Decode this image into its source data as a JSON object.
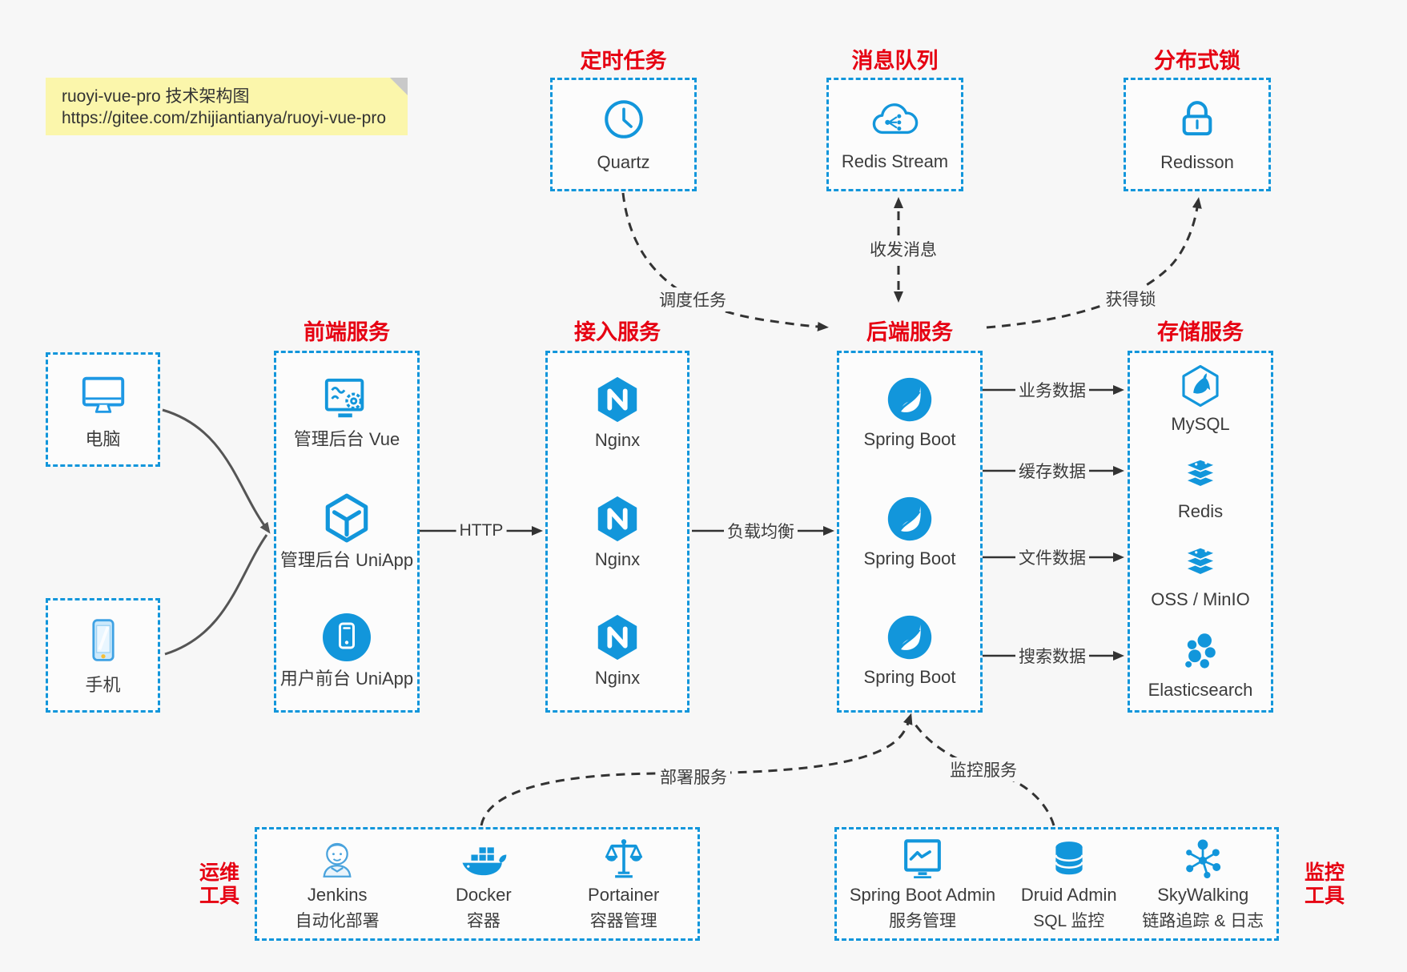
{
  "note": {
    "line1": "ruoyi-vue-pro 技术架构图",
    "line2": "https://gitee.com/zhijiantianya/ruoyi-vue-pro"
  },
  "top_groups": [
    {
      "title": "定时任务",
      "icon": "clock-icon",
      "label": "Quartz"
    },
    {
      "title": "消息队列",
      "icon": "cloud-stream-icon",
      "label": "Redis Stream"
    },
    {
      "title": "分布式锁",
      "icon": "lock-icon",
      "label": "Redisson"
    }
  ],
  "clients": [
    {
      "icon": "computer-icon",
      "label": "电脑"
    },
    {
      "icon": "phone-icon",
      "label": "手机"
    }
  ],
  "service_columns": [
    {
      "title": "前端服务",
      "items": [
        {
          "icon": "vue-admin-icon",
          "label": "管理后台 Vue"
        },
        {
          "icon": "uniapp-cube-icon",
          "label": "管理后台 UniApp"
        },
        {
          "icon": "user-app-icon",
          "label": "用户前台 UniApp"
        }
      ]
    },
    {
      "title": "接入服务",
      "items": [
        {
          "icon": "nginx-icon",
          "label": "Nginx"
        },
        {
          "icon": "nginx-icon",
          "label": "Nginx"
        },
        {
          "icon": "nginx-icon",
          "label": "Nginx"
        }
      ]
    },
    {
      "title": "后端服务",
      "items": [
        {
          "icon": "spring-icon",
          "label": "Spring Boot"
        },
        {
          "icon": "spring-icon",
          "label": "Spring Boot"
        },
        {
          "icon": "spring-icon",
          "label": "Spring Boot"
        }
      ]
    },
    {
      "title": "存储服务",
      "items": [
        {
          "icon": "mysql-icon",
          "label": "MySQL"
        },
        {
          "icon": "redis-icon",
          "label": "Redis"
        },
        {
          "icon": "oss-minio-icon",
          "label": "OSS / MinIO"
        },
        {
          "icon": "elasticsearch-icon",
          "label": "Elasticsearch"
        }
      ]
    }
  ],
  "bottom_groups": [
    {
      "side_label_line1": "运维",
      "side_label_line2": "工具",
      "items": [
        {
          "icon": "jenkins-icon",
          "name": "Jenkins",
          "desc": "自动化部署"
        },
        {
          "icon": "docker-icon",
          "name": "Docker",
          "desc": "容器"
        },
        {
          "icon": "portainer-icon",
          "name": "Portainer",
          "desc": "容器管理"
        }
      ]
    },
    {
      "side_label_line1": "监控",
      "side_label_line2": "工具",
      "items": [
        {
          "icon": "spring-boot-admin-icon",
          "name": "Spring Boot Admin",
          "desc": "服务管理"
        },
        {
          "icon": "druid-icon",
          "name": "Druid Admin",
          "desc": "SQL 监控"
        },
        {
          "icon": "skywalking-icon",
          "name": "SkyWalking",
          "desc": "链路追踪 & 日志"
        }
      ]
    }
  ],
  "edges": [
    {
      "id": "http",
      "label": "HTTP",
      "from": "frontend",
      "to": "access",
      "style": "solid"
    },
    {
      "id": "load-balance",
      "label": "负载均衡",
      "from": "access",
      "to": "backend",
      "style": "solid"
    },
    {
      "id": "business-data",
      "label": "业务数据",
      "from": "backend",
      "to": "mysql",
      "style": "solid"
    },
    {
      "id": "cache-data",
      "label": "缓存数据",
      "from": "backend",
      "to": "redis",
      "style": "solid"
    },
    {
      "id": "file-data",
      "label": "文件数据",
      "from": "backend",
      "to": "oss-minio",
      "style": "solid"
    },
    {
      "id": "search-data",
      "label": "搜索数据",
      "from": "backend",
      "to": "elasticsearch",
      "style": "solid"
    },
    {
      "id": "schedule-task",
      "label": "调度任务",
      "from": "quartz",
      "to": "backend",
      "style": "dashed"
    },
    {
      "id": "pubsub",
      "label": "收发消息",
      "from": "redis-stream",
      "to": "backend",
      "style": "dashed-double"
    },
    {
      "id": "get-lock",
      "label": "获得锁",
      "from": "backend",
      "to": "redisson",
      "style": "dashed"
    },
    {
      "id": "deploy-service",
      "label": "部署服务",
      "from": "ops-tools",
      "to": "backend",
      "style": "dashed"
    },
    {
      "id": "monitor-service",
      "label": "监控服务",
      "from": "monitor-tools",
      "to": "backend",
      "style": "dashed"
    },
    {
      "id": "pc-access",
      "label": "",
      "from": "pc",
      "to": "frontend",
      "style": "gray-curve"
    },
    {
      "id": "phone-access",
      "label": "",
      "from": "phone",
      "to": "frontend",
      "style": "gray-curve"
    }
  ],
  "colors": {
    "accent": "#1296db",
    "title_red": "#e60012",
    "arrow": "#333333",
    "note_bg": "#fbf6ab",
    "background": "#f7f7f7"
  }
}
